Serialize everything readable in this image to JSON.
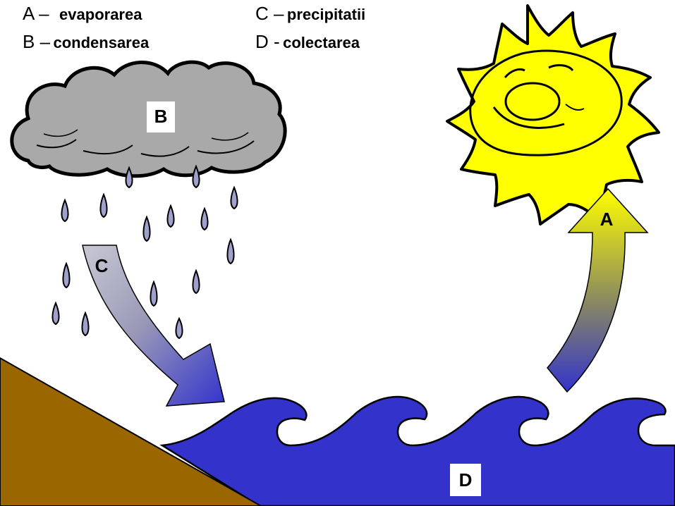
{
  "legend": {
    "a": {
      "key": "A –",
      "text": "evaporarea"
    },
    "b": {
      "key": "B –",
      "text": "condensarea"
    },
    "c": {
      "key": "C –",
      "text": "precipitatii"
    },
    "d": {
      "key": "D -",
      "text": "colectarea"
    }
  },
  "labels": {
    "cloud": "B",
    "rain_arrow": "C",
    "water": "D",
    "evap_arrow": "A"
  },
  "colors": {
    "cloud": "#a9a9a9",
    "sun": "#ffff00",
    "water": "#3333cc",
    "ground": "#996600",
    "raindrop": "#a0a0cc"
  }
}
